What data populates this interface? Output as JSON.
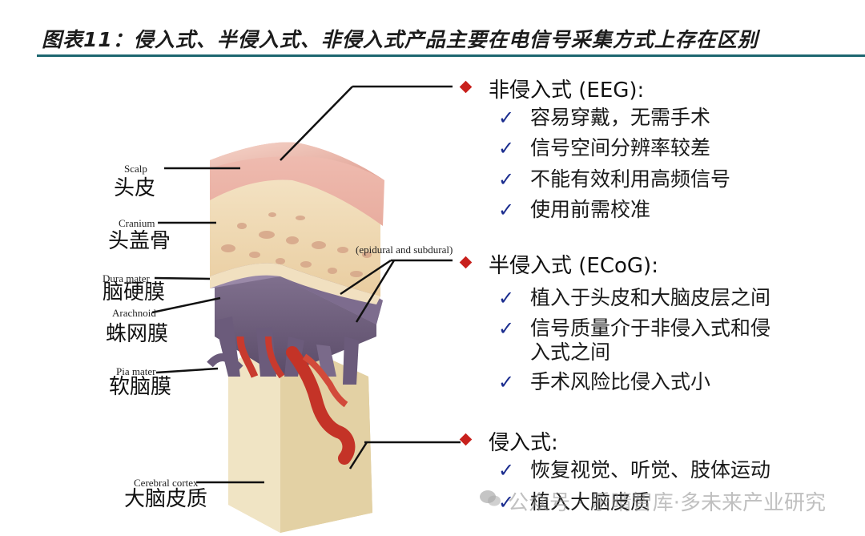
{
  "title": "图表11：侵入式、半侵入式、非侵入式产品主要在电信号采集方式上存在区别",
  "layers": [
    {
      "en": "Scalp",
      "zh": "头皮"
    },
    {
      "en": "Cranium",
      "zh": "头盖骨"
    },
    {
      "en": "Dura mater",
      "zh": "脑硬膜"
    },
    {
      "en": "Arachnoid",
      "zh": "蛛网膜"
    },
    {
      "en": "Pia mater",
      "zh": "软脑膜"
    },
    {
      "en": "Cerebral cortex",
      "zh": "大脑皮质"
    }
  ],
  "epidural_label": "(epidural and subdural)",
  "sections": [
    {
      "heading": "非侵入式 (EEG):",
      "items": [
        "容易穿戴，无需手术",
        "信号空间分辨率较差",
        "不能有效利用高频信号",
        "使用前需校准"
      ]
    },
    {
      "heading": "半侵入式 (ECoG):",
      "items": [
        "植入于头皮和大脑皮层之间",
        "信号质量介于非侵入式和侵",
        "入式之间",
        "手术风险比侵入式小"
      ]
    },
    {
      "heading": "侵入式:",
      "items": [
        "恢复视觉、听觉、肢体运动",
        "植入大脑皮质"
      ]
    }
  ],
  "watermark": "公众号 · 乐晴智库·多未来产业研究",
  "colors": {
    "accent_rule": "#1d6670",
    "diamond": "#c8201c",
    "check": "#1a2c8e"
  }
}
